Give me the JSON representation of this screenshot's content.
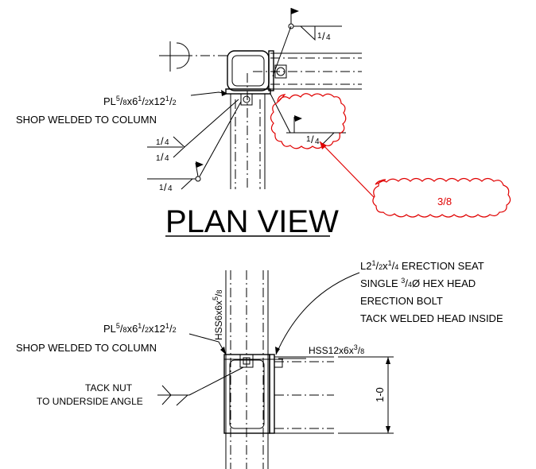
{
  "colors": {
    "ink": "#000000",
    "markup": "#e00000",
    "paper": "#ffffff"
  },
  "plan": {
    "title": "PLAN VIEW",
    "weld_top": {
      "num": "1",
      "den": "4"
    },
    "plate": {
      "pre": "PL",
      "t_num": "5",
      "t_den": "8",
      "mid": "x6",
      "w_num": "1",
      "w_den": "2",
      "mid2": "x12",
      "l_num": "1",
      "l_den": "2",
      "line2": "SHOP WELDED TO COLUMN"
    },
    "weld_left_upper": {
      "num": "1",
      "den": "4"
    },
    "weld_left_lower": {
      "num": "1",
      "den": "4"
    },
    "weld_left_bottom": {
      "num": "1",
      "den": "4"
    },
    "weld_cloud": {
      "num": "1",
      "den": "4"
    },
    "revision_note": "3/8"
  },
  "elevation": {
    "column": {
      "pre": "HSS6x6x",
      "num": "5",
      "den": "8"
    },
    "seat_note": {
      "pre": "L2",
      "a_num": "1",
      "a_den": "2",
      "mid": "x",
      "b_num": "1",
      "b_den": "4",
      "post": " ERECTION SEAT"
    },
    "bolt_note": {
      "pre": "SINGLE ",
      "num": "3",
      "den": "4",
      "post": "Ø HEX HEAD"
    },
    "bolt_note_2": "ERECTION BOLT",
    "bolt_note_3": "TACK WELDED HEAD INSIDE",
    "plate": {
      "pre": "PL",
      "t_num": "5",
      "t_den": "8",
      "mid": "x6",
      "w_num": "1",
      "w_den": "2",
      "mid2": "x12",
      "l_num": "1",
      "l_den": "2",
      "line2": "SHOP WELDED TO COLUMN"
    },
    "beam": {
      "pre": "HSS12x6x",
      "num": "3",
      "den": "8"
    },
    "dimension": "1-0",
    "nut_note": "TACK NUT",
    "nut_note_2": "TO UNDERSIDE ANGLE"
  }
}
